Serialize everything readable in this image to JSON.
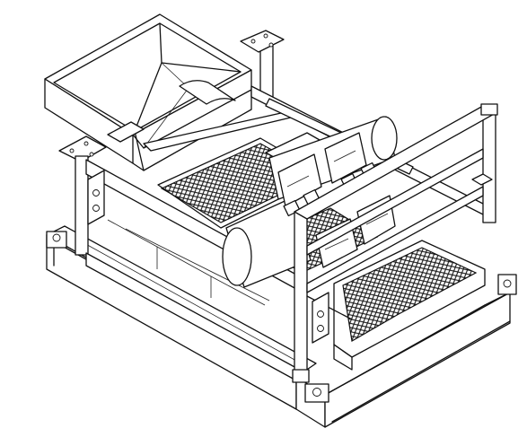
{
  "figure": {
    "subject": "shale-shaker",
    "style": "black line drawing on white background",
    "colors": {
      "line": "#111111",
      "background": "#ffffff"
    },
    "parts": [
      "hopper",
      "base-skid",
      "front-frame",
      "vibrator-motors",
      "upper-screen-deck",
      "lower-screen-deck",
      "discharge-chute",
      "mounting-brackets"
    ]
  }
}
